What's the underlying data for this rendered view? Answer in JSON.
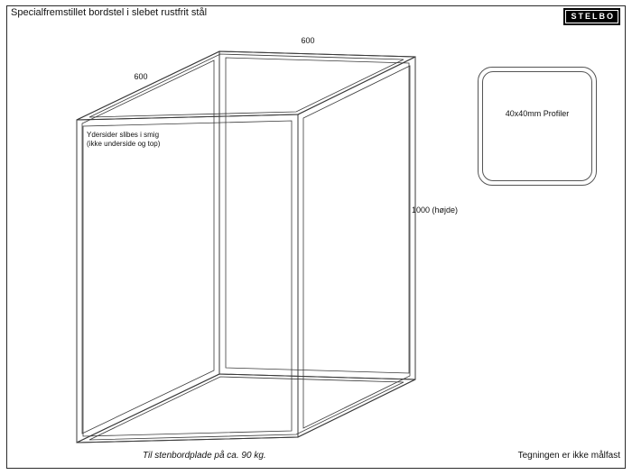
{
  "page": {
    "title": "Specialfremstillet bordstel i slebet rustfrit stål",
    "logo": "STELBO",
    "footer_left": "Til stenbordplade på ca. 90 kg.",
    "footer_right": "Tegningen er ikke målfast"
  },
  "drawing": {
    "dim_top": "600",
    "dim_left": "600",
    "dim_height": "1000  (højde)",
    "note_line1": "Ydersider slibes i smig",
    "note_line2": "(ikke underside og top)",
    "profile_label": "40x40mm Profiler"
  }
}
